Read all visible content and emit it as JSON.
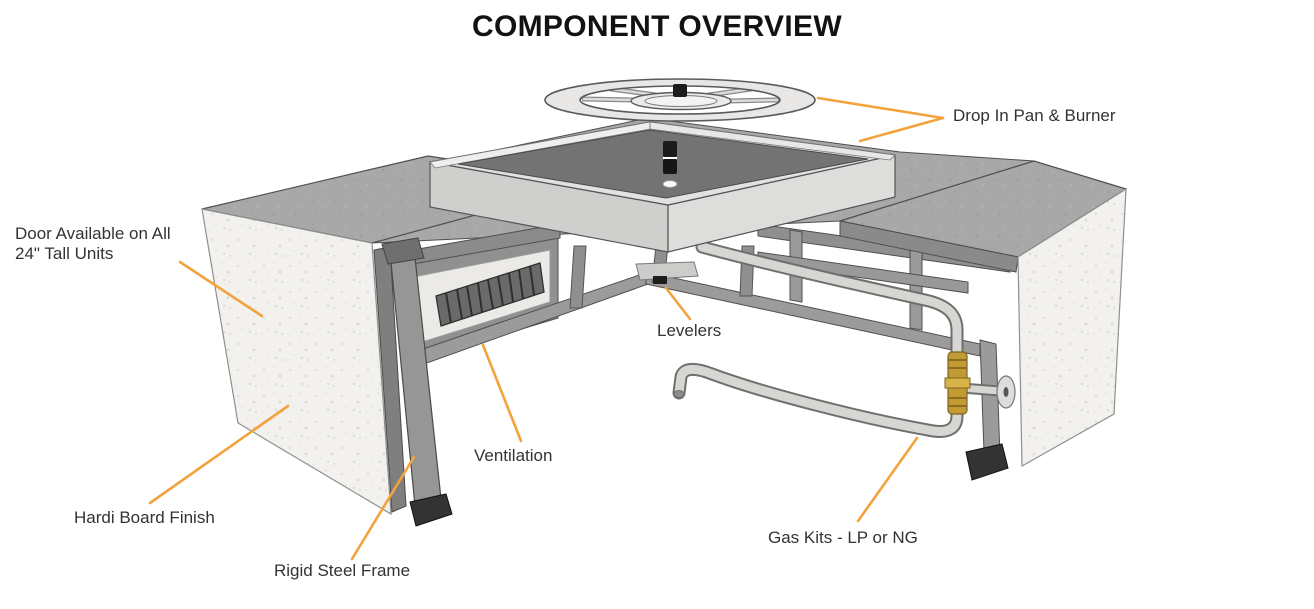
{
  "title": "COMPONENT OVERVIEW",
  "diagram": {
    "type": "annotated-3d-illustration",
    "subject": "corner fire pit table with drop-in pan and burner ring"
  },
  "callouts": {
    "drop_in_pan_burner": "Drop In Pan & Burner",
    "door": "Door Available on All\n24\" Tall Units",
    "levelers": "Levelers",
    "ventilation": "Ventilation",
    "hardi_board": "Hardi Board Finish",
    "rigid_steel_frame": "Rigid Steel Frame",
    "gas_kits": "Gas Kits - LP or NG"
  },
  "colors": {
    "leader_line": "#F2A33C",
    "label_text": "#333333",
    "title_text": "#121212",
    "brass_fitting": "#C29B35",
    "steel_gray": "#969696",
    "panel_white": "#F2F1EE",
    "pan_interior": "#737373",
    "background": "#FFFFFF"
  }
}
